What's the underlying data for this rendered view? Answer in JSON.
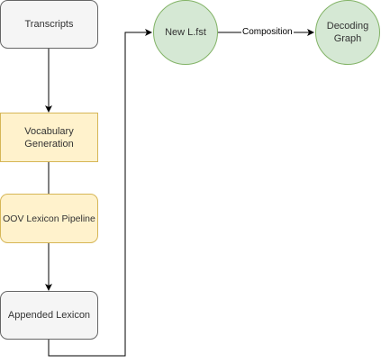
{
  "diagram": {
    "nodes": {
      "transcripts": {
        "label": "Transcripts",
        "shape": "rounded-rect",
        "fill": "#f5f5f5",
        "stroke": "#666666"
      },
      "vocabulary_generation": {
        "label": "Vocabulary Generation",
        "shape": "rect",
        "fill": "#fff2cc",
        "stroke": "#d6b656"
      },
      "oov_lexicon_pipeline": {
        "label": "OOV Lexicon Pipeline",
        "shape": "rounded-rect",
        "fill": "#fff2cc",
        "stroke": "#d6b656"
      },
      "appended_lexicon": {
        "label": "Appended Lexicon",
        "shape": "rounded-rect",
        "fill": "#f5f5f5",
        "stroke": "#666666"
      },
      "new_lfst": {
        "label": "New L.fst",
        "shape": "circle",
        "fill": "#d5e8d4",
        "stroke": "#82b366"
      },
      "decoding_graph": {
        "label": "Decoding Graph",
        "shape": "circle",
        "fill": "#d5e8d4",
        "stroke": "#82b366"
      }
    },
    "edges": [
      {
        "from": "transcripts",
        "to": "vocabulary_generation",
        "label": ""
      },
      {
        "from": "vocabulary_generation",
        "to": "oov_lexicon_pipeline",
        "label": ""
      },
      {
        "from": "oov_lexicon_pipeline",
        "to": "appended_lexicon",
        "label": ""
      },
      {
        "from": "appended_lexicon",
        "to": "new_lfst",
        "label": ""
      },
      {
        "from": "new_lfst",
        "to": "decoding_graph",
        "label": "Composition"
      }
    ]
  }
}
